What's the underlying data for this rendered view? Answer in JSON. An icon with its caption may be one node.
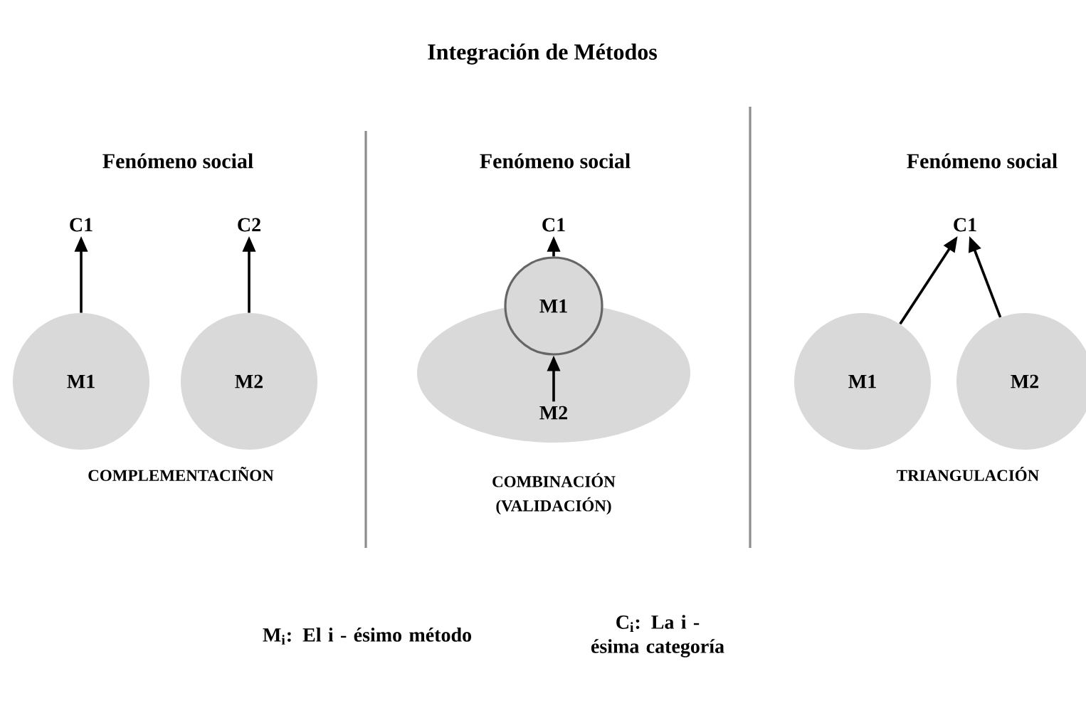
{
  "diagram": {
    "title": "Integración de Métodos",
    "nodes": [
      {
        "text": [
          "C1"
        ]
      },
      {
        "text": [
          "C2"
        ]
      },
      {
        "text": [
          "M1"
        ]
      },
      {
        "text": [
          "M2"
        ]
      },
      {
        "text": [
          "C1"
        ]
      },
      {
        "text": [
          "M1"
        ]
      },
      {
        "text": [
          "M2"
        ]
      },
      {
        "text": [
          "C1"
        ]
      },
      {
        "text": [
          "M1"
        ]
      },
      {
        "text": [
          "M2"
        ]
      }
    ],
    "edges": [
      {
        "from": 2,
        "to": 0,
        "arrow": "to"
      },
      {
        "from": 3,
        "to": 1,
        "arrow": "to"
      },
      {
        "from": 5,
        "to": 4,
        "arrow": "to"
      },
      {
        "from": 6,
        "to": 5,
        "arrow": "to"
      },
      {
        "from": 8,
        "to": 7,
        "arrow": "to"
      },
      {
        "from": 9,
        "to": 7,
        "arrow": "to"
      }
    ],
    "labels": [
      "Fenómeno social",
      "Fenómeno social",
      "Fenómeno social",
      "COMPLEMENTACIÑON",
      "COMBINACIÓN (VALIDACIÓN)",
      "TRIANGULACIÓN",
      "M$_{i}$: El i - ésimo método",
      "C$_{i}$: La i - ésima categoría"
    ]
  }
}
